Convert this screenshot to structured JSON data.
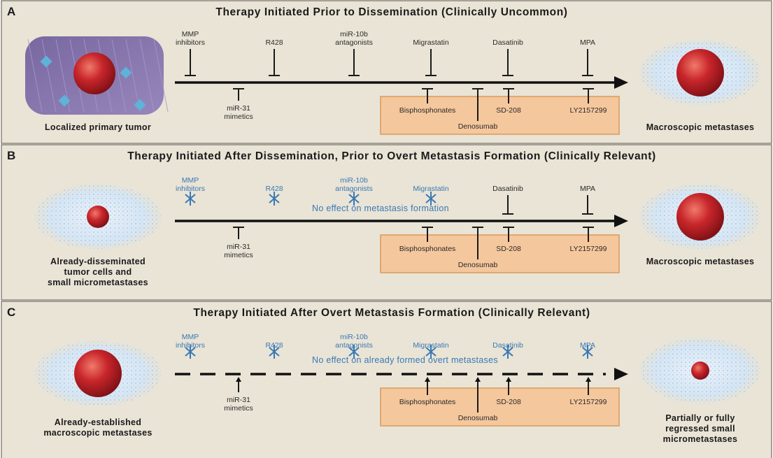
{
  "colors": {
    "panel_bg": "#e9e4d6",
    "axis": "#111111",
    "orange_box": "#f5c79d",
    "orange_box_border": "#d99a5a",
    "blue_text": "#3a78b4",
    "tumor_red": "#c8262b",
    "halo_blue": "#d6e6f4"
  },
  "panels": [
    {
      "letter": "A",
      "title": "Therapy Initiated Prior to Dissemination (Clinically Uncommon)",
      "left_caption": [
        "Localized primary tumor"
      ],
      "right_caption": [
        "Macroscopic metastases"
      ],
      "axis_style": "solid",
      "note": "",
      "top_drugs": [
        {
          "lines": [
            "MMP",
            "inhibitors"
          ],
          "effect": "inhibit"
        },
        {
          "lines": [
            "R428"
          ],
          "effect": "inhibit"
        },
        {
          "lines": [
            "miR-10b",
            "antagonists"
          ],
          "effect": "inhibit"
        },
        {
          "lines": [
            "Migrastatin"
          ],
          "effect": "inhibit"
        },
        {
          "lines": [
            "Dasatinib"
          ],
          "effect": "inhibit"
        },
        {
          "lines": [
            "MPA"
          ],
          "effect": "inhibit"
        }
      ],
      "bottom_drug": {
        "lines": [
          "miR-31",
          "mimetics"
        ]
      },
      "box_drugs": [
        "Bisphosphonates",
        "SD-208",
        "LY2157299"
      ],
      "box_center": "Denosumab"
    },
    {
      "letter": "B",
      "title": "Therapy Initiated After Dissemination, Prior to Overt Metastasis Formation (Clinically Relevant)",
      "left_caption": [
        "Already-disseminated",
        "tumor cells and",
        "small micrometastases"
      ],
      "right_caption": [
        "Macroscopic metastases"
      ],
      "axis_style": "solid",
      "note": "No effect on metastasis formation",
      "top_drugs": [
        {
          "lines": [
            "MMP",
            "inhibitors"
          ],
          "effect": "none"
        },
        {
          "lines": [
            "R428"
          ],
          "effect": "none"
        },
        {
          "lines": [
            "miR-10b",
            "antagonists"
          ],
          "effect": "none"
        },
        {
          "lines": [
            "Migrastatin"
          ],
          "effect": "none"
        },
        {
          "lines": [
            "Dasatinib"
          ],
          "effect": "inhibit"
        },
        {
          "lines": [
            "MPA"
          ],
          "effect": "inhibit"
        }
      ],
      "bottom_drug": {
        "lines": [
          "miR-31",
          "mimetics"
        ]
      },
      "box_drugs": [
        "Bisphosphonates",
        "SD-208",
        "LY2157299"
      ],
      "box_center": "Denosumab"
    },
    {
      "letter": "C",
      "title": "Therapy Initiated After Overt Metastasis Formation (Clinically Relevant)",
      "left_caption": [
        "Already-established",
        "macroscopic metastases"
      ],
      "right_caption": [
        "Partially or fully",
        "regressed small",
        "micrometastases"
      ],
      "axis_style": "dashed",
      "note": "No effect on already formed overt metastases",
      "top_drugs": [
        {
          "lines": [
            "MMP",
            "inhibitors"
          ],
          "effect": "none"
        },
        {
          "lines": [
            "R428"
          ],
          "effect": "none"
        },
        {
          "lines": [
            "miR-10b",
            "antagonists"
          ],
          "effect": "none"
        },
        {
          "lines": [
            "Migrastatin"
          ],
          "effect": "none"
        },
        {
          "lines": [
            "Dasatinib"
          ],
          "effect": "none"
        },
        {
          "lines": [
            "MPA"
          ],
          "effect": "none"
        }
      ],
      "bottom_drug": {
        "lines": [
          "miR-31",
          "mimetics"
        ]
      },
      "box_drugs": [
        "Bisphosphonates",
        "SD-208",
        "LY2157299"
      ],
      "box_center": "Denosumab"
    }
  ]
}
